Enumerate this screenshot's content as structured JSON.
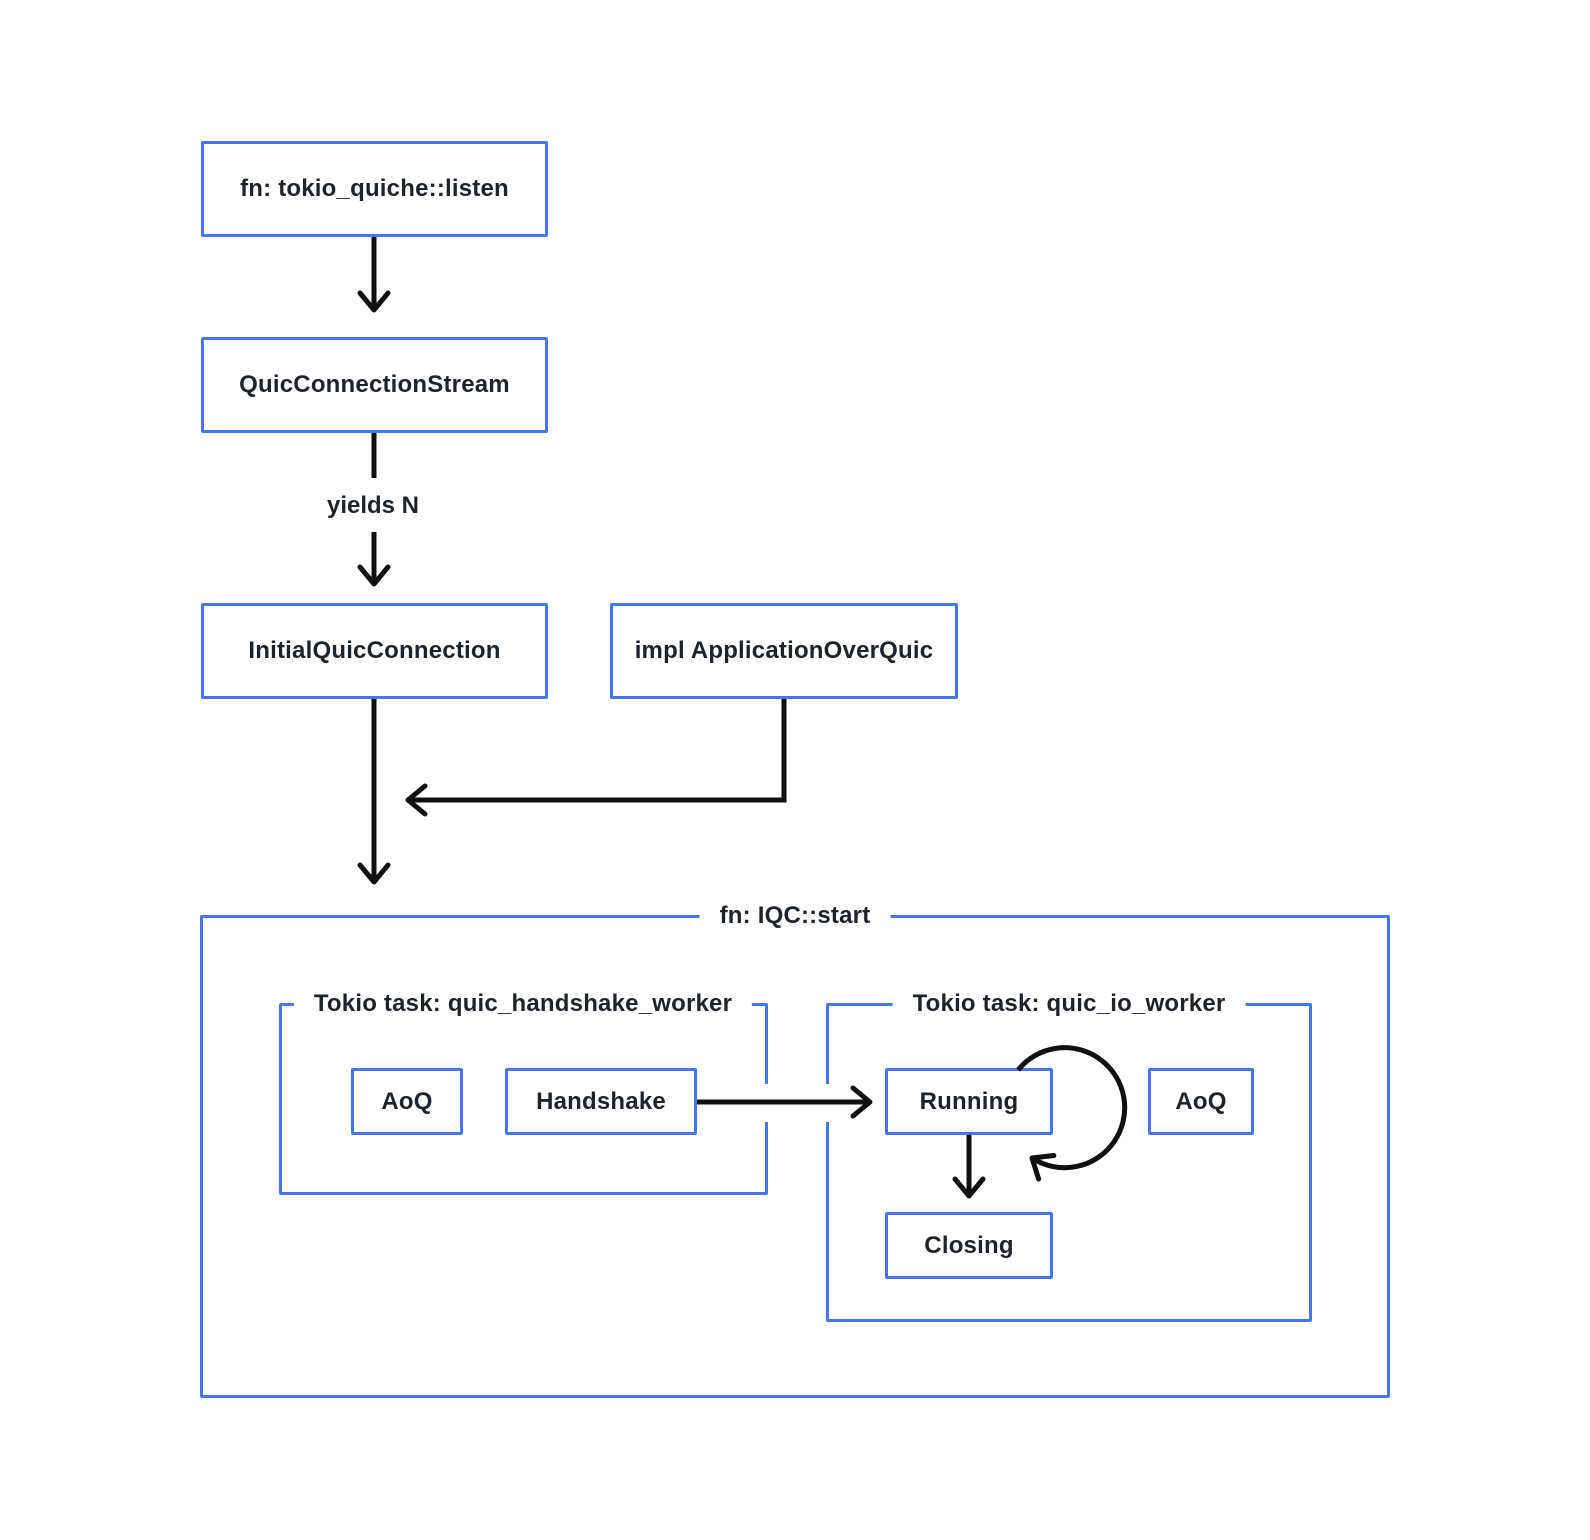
{
  "diagram": {
    "colors": {
      "background": "#ffffff",
      "accent_blue": "#4677e8",
      "arrow_black": "#101010",
      "text": "#1e232a"
    },
    "nodes": {
      "listen": "fn: tokio_quiche::listen",
      "quic_connection_stream": "QuicConnectionStream",
      "initial_quic_connection": "InitialQuicConnection",
      "impl_application_over_quic": "impl ApplicationOverQuic",
      "aoq_handshake": "AoQ",
      "handshake": "Handshake",
      "running": "Running",
      "aoq_io": "AoQ",
      "closing": "Closing"
    },
    "containers": {
      "iqc_start": "fn: IQC::start",
      "handshake_worker": "Tokio task: quic_handshake_worker",
      "io_worker": "Tokio task: quic_io_worker"
    },
    "edge_labels": {
      "stream_to_initial": "yields N"
    },
    "edges": [
      {
        "from": "listen",
        "to": "quic_connection_stream"
      },
      {
        "from": "quic_connection_stream",
        "to": "initial_quic_connection",
        "label": "yields N"
      },
      {
        "from": "initial_quic_connection",
        "to": "iqc_start"
      },
      {
        "from": "impl_application_over_quic",
        "to": "iqc_start",
        "note": "merges into arrow from InitialQuicConnection"
      },
      {
        "from": "handshake",
        "to": "running"
      },
      {
        "from": "running",
        "to": "running",
        "type": "self-loop"
      },
      {
        "from": "running",
        "to": "closing"
      }
    ]
  }
}
